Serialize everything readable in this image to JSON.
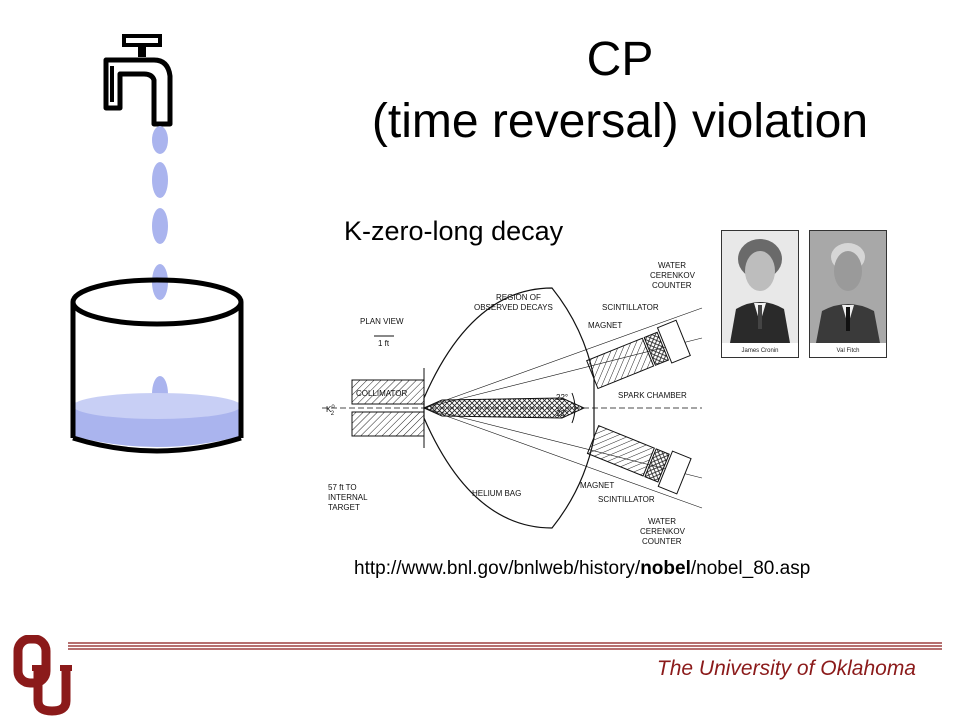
{
  "slide": {
    "title_line1": "CP",
    "title_line2": "(time reversal) violation",
    "subtitle": "K-zero-long decay",
    "url_prefix": "http://www.bnl.gov/bnlweb/history/",
    "url_bold": "nobel",
    "url_suffix": "/nobel_80.asp"
  },
  "diagram": {
    "labels": {
      "plan_view": "PLAN VIEW",
      "scale": "1 ft",
      "collimator": "COLLIMATOR",
      "k2": "K",
      "k2_sup": "o",
      "k2_sub": "2",
      "region1": "REGION OF",
      "region2": "OBSERVED DECAYS",
      "water_top_1": "WATER",
      "water_top_2": "CERENKOV",
      "water_top_3": "COUNTER",
      "scint_top": "SCINTILLATOR",
      "magnet_top": "MAGNET",
      "spark": "SPARK CHAMBER",
      "angle_top": "22°",
      "angle_bottom": "22°",
      "target_1": "57 ft TO",
      "target_2": "INTERNAL",
      "target_3": "TARGET",
      "helium": "HELIUM BAG",
      "magnet_bottom": "MAGNET",
      "scint_bottom": "SCINTILLATOR",
      "water_bot_1": "WATER",
      "water_bot_2": "CERENKOV",
      "water_bot_3": "COUNTER"
    }
  },
  "photos": {
    "cronin_caption": "James Cronin",
    "fitch_caption": "Val Fitch"
  },
  "footer": {
    "university": "The University of Oklahoma"
  },
  "colors": {
    "water": "#aab4ee",
    "drop": "#aab4ee",
    "footer_text": "#8b1a1a",
    "logo": "#8b1a1a"
  }
}
